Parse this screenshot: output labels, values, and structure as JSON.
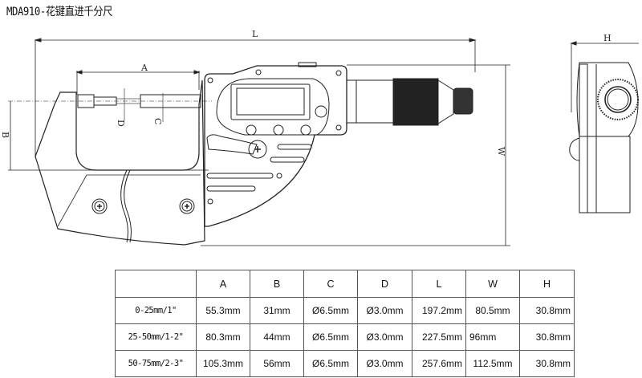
{
  "title": "MDA910-花键直进千分尺",
  "dimension_labels": {
    "L": "L",
    "A": "A",
    "B": "B",
    "C": "C",
    "D": "D",
    "W": "W",
    "H": "H"
  },
  "spec_table": {
    "headers": [
      "",
      "A",
      "B",
      "C",
      "D",
      "L",
      "W",
      "H"
    ],
    "rows": [
      [
        "0-25mm/1\"",
        "55.3mm",
        "31mm",
        "Ø6.5mm",
        "Ø3.0mm",
        "197.2mm",
        "80.5mm",
        "30.8mm"
      ],
      [
        "25-50mm/1-2\"",
        "80.3mm",
        "44mm",
        "Ø6.5mm",
        "Ø3.0mm",
        "227.5mm",
        "96mm",
        "30.8mm"
      ],
      [
        "50-75mm/2-3\"",
        "105.3mm",
        "56mm",
        "Ø6.5mm",
        "Ø3.0mm",
        "257.6mm",
        "112.5mm",
        "30.8mm"
      ]
    ]
  }
}
